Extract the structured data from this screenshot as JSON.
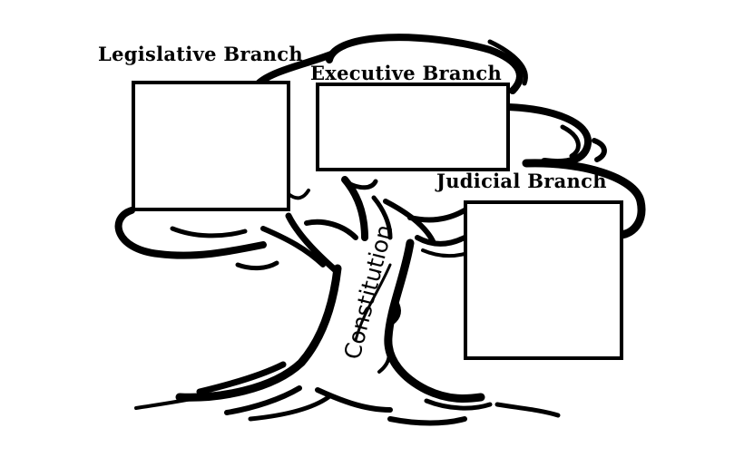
{
  "branches": {
    "legislative": "Legislative Branch",
    "executive": "Executive Branch",
    "judicial": "Judicial Branch"
  },
  "trunk_label": "Constitution",
  "colors": {
    "line": "#000000",
    "background": "#ffffff"
  },
  "illustration": "tree"
}
